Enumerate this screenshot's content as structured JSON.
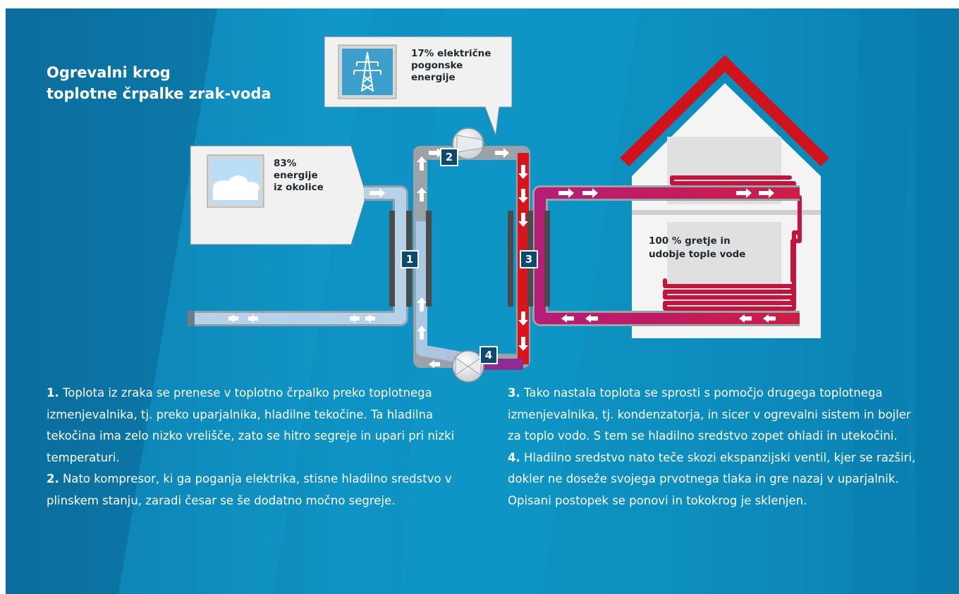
{
  "title": {
    "line1": "Ogrevalni krog",
    "line2": "toplotne črpalke zrak-voda"
  },
  "callouts": {
    "electric": {
      "line1": "17% električne",
      "line2": "pogonske",
      "line3": "energije",
      "icon": "power-pylon-icon"
    },
    "ambient": {
      "line1": "83%",
      "line2": "energije",
      "line3": "iz okolice",
      "icon": "sky-window-icon"
    }
  },
  "house": {
    "line1": "100 % gretje in",
    "line2": "udobje tople vode"
  },
  "steps": {
    "s1": "1",
    "s2": "2",
    "s3": "3",
    "s4": "4"
  },
  "descriptions": {
    "p1": {
      "num": "1.",
      "text": " Toplota iz zraka se prenese v toplotno črpalko preko toplotnega izmenjevalnika, tj. preko uparjalnika, hladilne tekočine. Ta hladilna tekočina ima zelo nizko vrelišče, zato se hitro segreje in upari pri nizki temperaturi."
    },
    "p2": {
      "num": "2.",
      "text": " Nato kompresor, ki ga poganja elektrika, stisne hladilno sredstvo v plinskem stanju, zaradi česar se še dodatno močno segreje."
    },
    "p3": {
      "num": "3.",
      "text": " Tako nastala toplota se sprosti  s pomočjo drugega toplotnega izmenjevalnika, tj. kondenzatorja, in sicer v ogrevalni sistem in bojler za toplo vodo. S tem se hladilno sredstvo zopet ohladi in utekočini."
    },
    "p4": {
      "num": "4.",
      "text": " Hladilno sredstvo nato teče skozi ekspanzijski ventil, kjer se razširi, dokler ne doseže svojega prvotnega tlaka in gre nazaj v uparjalnik. Opisani postopek se ponovi in tokokrog je sklenjen."
    }
  },
  "colors": {
    "background": "#0d8fc0",
    "cold_pipe": "#a9c8e2",
    "warm_pipe": "#8e2d8f",
    "hot_pipe": "#d9141b",
    "heating_pipe": "#c21d5e",
    "roof": "#d0121b",
    "step_badge": "#0c4a72"
  }
}
